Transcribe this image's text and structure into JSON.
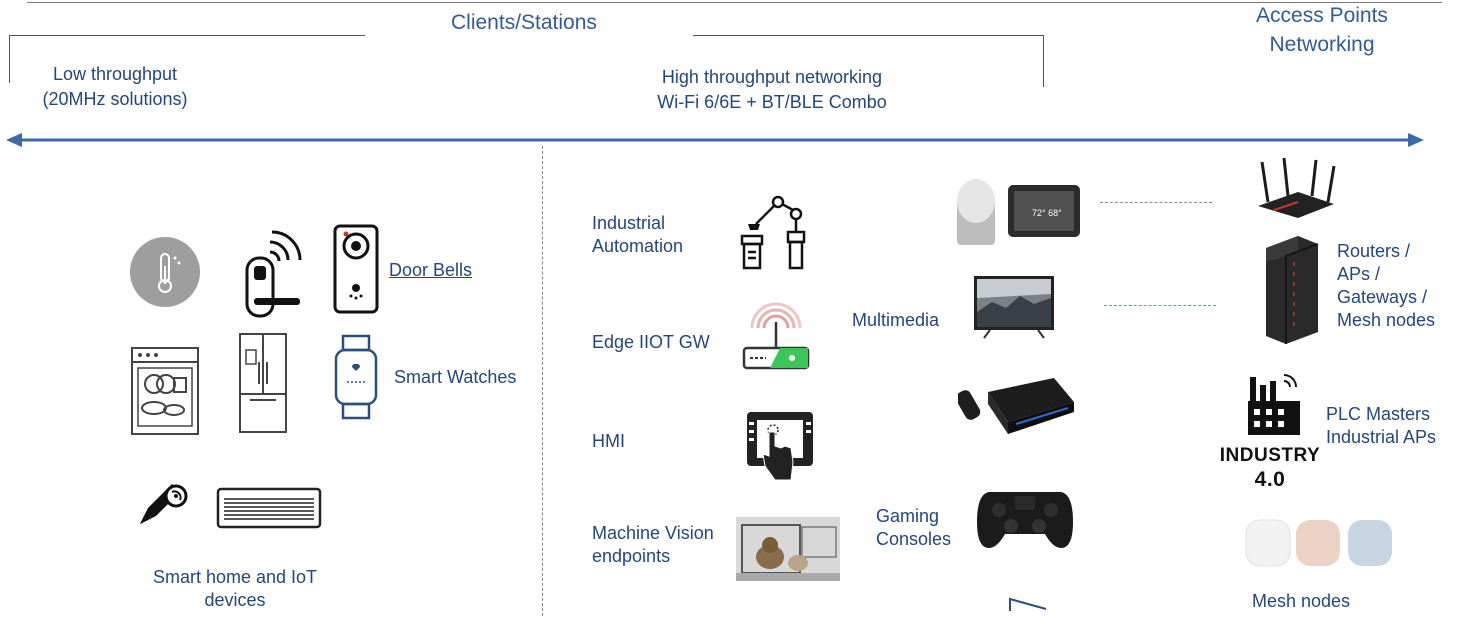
{
  "header": {
    "clients_label": "Clients/Stations",
    "ap_label_line1": "Access Points",
    "ap_label_line2": "Networking"
  },
  "throughput": {
    "low_line1": "Low throughput",
    "low_line2": "(20MHz solutions)",
    "high_line1": "High throughput networking",
    "high_line2": "Wi-Fi 6/6E + BT/BLE Combo"
  },
  "iot": {
    "door_bells": "Door Bells",
    "smart_watches": "Smart Watches",
    "caption_line1": "Smart home and IoT",
    "caption_line2": "devices"
  },
  "industrial": {
    "automation_line1": "Industrial",
    "automation_line2": "Automation",
    "edge_gw": "Edge IIOT GW",
    "hmi": "HMI",
    "vision_line1": "Machine Vision",
    "vision_line2": "endpoints"
  },
  "media": {
    "multimedia": "Multimedia",
    "gaming_line1": "Gaming",
    "gaming_line2": "Consoles",
    "thermostat_text": "72° 68°"
  },
  "access_points": {
    "routers_line1": "Routers /",
    "routers_line2": "APs /",
    "routers_line3": "Gateways /",
    "routers_line4": "Mesh nodes",
    "plc_line1": "PLC Masters",
    "plc_line2": "Industrial APs",
    "industry_line1": "INDUSTRY",
    "industry_line2": "4.0",
    "mesh_nodes": "Mesh nodes"
  },
  "colors": {
    "arrow": "#3c6aa8",
    "text": "#24477a",
    "rule": "#555555"
  }
}
